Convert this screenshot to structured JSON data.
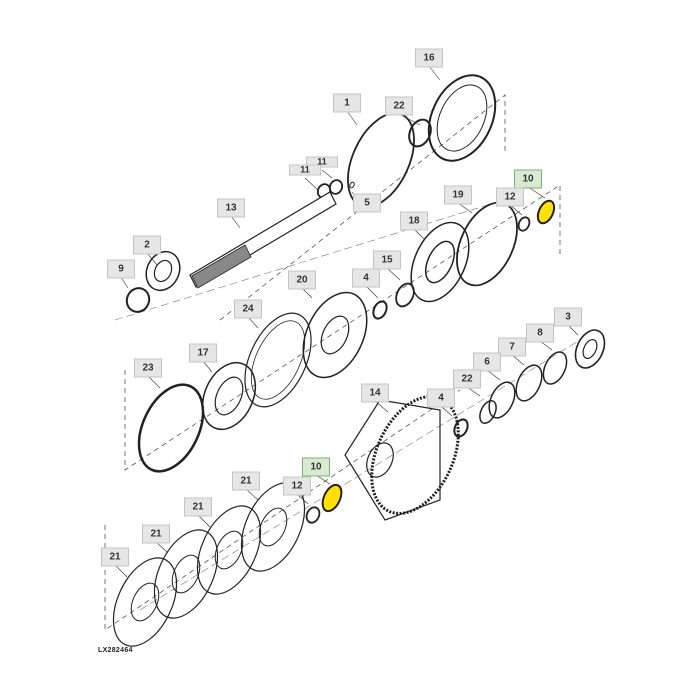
{
  "diagram": {
    "colors": {
      "highlight": "#ffe000",
      "callout_bg": "#e6e6e6",
      "callout_highlight_bg": "#d9ead3",
      "line": "#222222"
    },
    "callouts": [
      {
        "id": "16",
        "label": "16",
        "highlight": false
      },
      {
        "id": "1",
        "label": "1",
        "highlight": false
      },
      {
        "id": "22a",
        "label": "22",
        "highlight": false
      },
      {
        "id": "11a",
        "label": "11",
        "highlight": false
      },
      {
        "id": "11b",
        "label": "11",
        "highlight": false
      },
      {
        "id": "5",
        "label": "5",
        "highlight": false
      },
      {
        "id": "13",
        "label": "13",
        "highlight": false
      },
      {
        "id": "10a",
        "label": "10",
        "highlight": true
      },
      {
        "id": "12a",
        "label": "12",
        "highlight": false
      },
      {
        "id": "19",
        "label": "19",
        "highlight": false
      },
      {
        "id": "18",
        "label": "18",
        "highlight": false
      },
      {
        "id": "2",
        "label": "2",
        "highlight": false
      },
      {
        "id": "9",
        "label": "9",
        "highlight": false
      },
      {
        "id": "15",
        "label": "15",
        "highlight": false
      },
      {
        "id": "4a",
        "label": "4",
        "highlight": false
      },
      {
        "id": "20",
        "label": "20",
        "highlight": false
      },
      {
        "id": "24",
        "label": "24",
        "highlight": false
      },
      {
        "id": "3",
        "label": "3",
        "highlight": false
      },
      {
        "id": "8",
        "label": "8",
        "highlight": false
      },
      {
        "id": "7",
        "label": "7",
        "highlight": false
      },
      {
        "id": "6",
        "label": "6",
        "highlight": false
      },
      {
        "id": "22b",
        "label": "22",
        "highlight": false
      },
      {
        "id": "4b",
        "label": "4",
        "highlight": false
      },
      {
        "id": "14",
        "label": "14",
        "highlight": false
      },
      {
        "id": "17",
        "label": "17",
        "highlight": false
      },
      {
        "id": "23",
        "label": "23",
        "highlight": false
      },
      {
        "id": "10b",
        "label": "10",
        "highlight": true
      },
      {
        "id": "12b",
        "label": "12",
        "highlight": false
      },
      {
        "id": "21a",
        "label": "21",
        "highlight": false
      },
      {
        "id": "21b",
        "label": "21",
        "highlight": false
      },
      {
        "id": "21c",
        "label": "21",
        "highlight": false
      },
      {
        "id": "21d",
        "label": "21",
        "highlight": false
      }
    ],
    "figure_id": "LX282464"
  }
}
